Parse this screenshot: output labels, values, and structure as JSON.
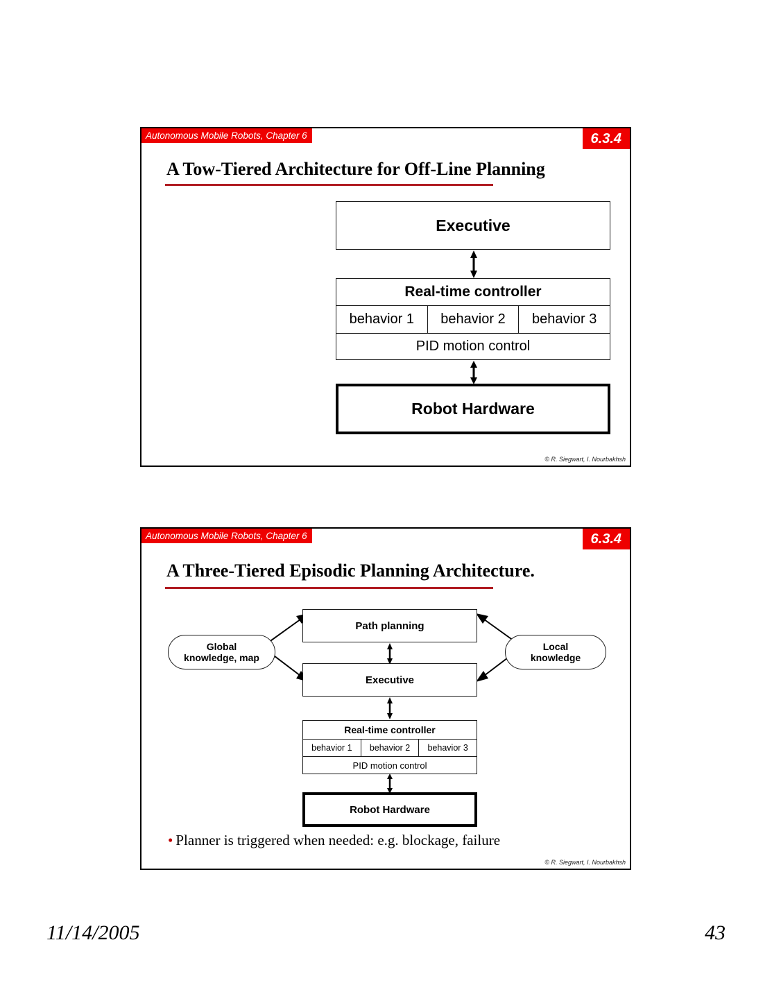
{
  "page": {
    "date": "11/14/2005",
    "number": "43"
  },
  "slides": [
    {
      "banner": "Autonomous Mobile Robots, Chapter 6",
      "section": "6.3.4",
      "title": "A Tow-Tiered Architecture for Off-Line Planning",
      "copyright": "© R. Siegwart, I. Nourbakhsh",
      "diagram": {
        "executive": "Executive",
        "controller": "Real-time controller",
        "behaviors": [
          "behavior 1",
          "behavior 2",
          "behavior 3"
        ],
        "pid": "PID motion control",
        "hardware": "Robot Hardware"
      }
    },
    {
      "banner": "Autonomous Mobile Robots, Chapter 6",
      "section": "6.3.4",
      "title": "A Three-Tiered Episodic Planning Architecture.",
      "copyright": "© R. Siegwart, I. Nourbakhsh",
      "bullet": "Planner is triggered when needed: e.g. blockage, failure",
      "bullet_marker": "•",
      "diagram": {
        "path_planning": "Path planning",
        "executive": "Executive",
        "global_knowledge_line1": "Global",
        "global_knowledge_line2": "knowledge, map",
        "local_knowledge_line1": "Local",
        "local_knowledge_line2": "knowledge",
        "controller": "Real-time controller",
        "behaviors": [
          "behavior 1",
          "behavior 2",
          "behavior 3"
        ],
        "pid": "PID motion control",
        "hardware": "Robot Hardware"
      }
    }
  ],
  "colors": {
    "banner_red": "#EE0000",
    "rule_red": "#B01C22",
    "bullet_red": "#C00000",
    "ink": "#000000"
  }
}
